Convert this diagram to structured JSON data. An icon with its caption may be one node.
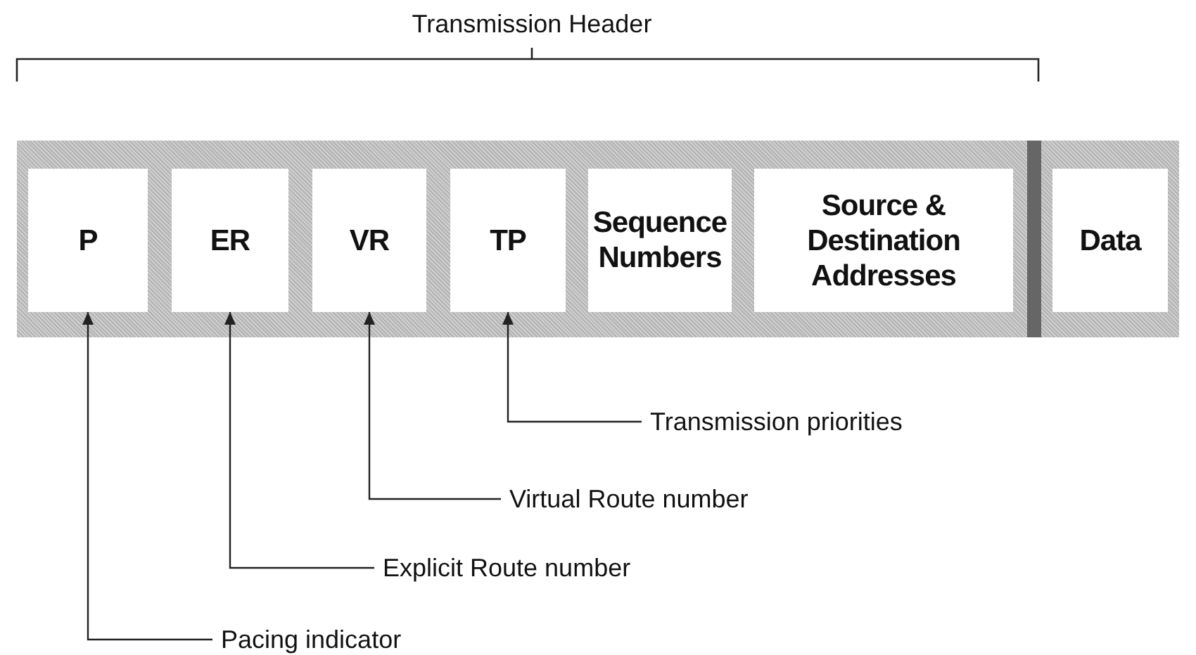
{
  "diagram": {
    "nodes": [
      {
        "text": [],
        "shape": "bar"
      },
      {
        "text": [
          "P"
        ],
        "in": 0
      },
      {
        "text": [
          "ER"
        ],
        "in": 0
      },
      {
        "text": [
          "VR"
        ],
        "in": 0
      },
      {
        "text": [
          "TP"
        ],
        "in": 0
      },
      {
        "text": [
          "Sequence Numbers"
        ],
        "in": 0
      },
      {
        "text": [
          "Source & Destination Addresses"
        ],
        "in": 0
      },
      {
        "text": [
          "Data"
        ],
        "in": 0
      },
      {
        "text": [
          "Transmission priorities"
        ]
      },
      {
        "text": [
          "Virtual Route number"
        ]
      },
      {
        "text": [
          "Explicit Route number"
        ]
      },
      {
        "text": [
          "Pacing indicator"
        ]
      }
    ],
    "edges": [
      {
        "from": 8,
        "to": 4,
        "arrow": "to"
      },
      {
        "from": 9,
        "to": 3,
        "arrow": "to"
      },
      {
        "from": 10,
        "to": 2,
        "arrow": "to"
      },
      {
        "from": 11,
        "to": 1,
        "arrow": "to"
      }
    ],
    "labels": [
      "Transmission Header"
    ]
  }
}
